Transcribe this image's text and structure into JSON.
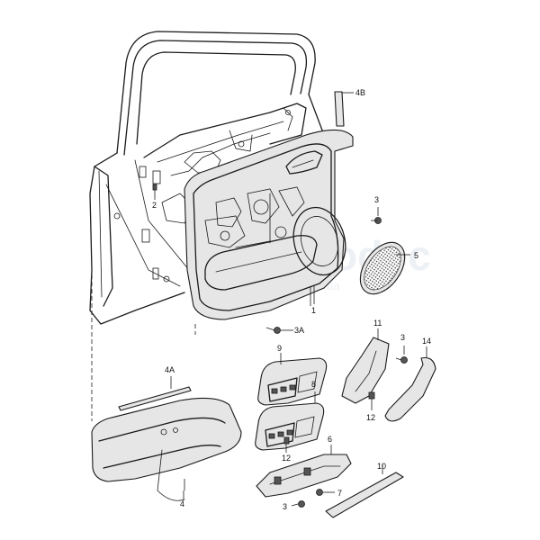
{
  "watermark": {
    "text": "autodoc",
    "sub": "com.ua"
  },
  "labels": {
    "p1": "1",
    "p2": "2",
    "p3a": "3",
    "p3b": "3",
    "p3c": "3",
    "p3A": "3A",
    "p4": "4",
    "p4A": "4A",
    "p4B": "4B",
    "p5": "5",
    "p6": "6",
    "p7": "7",
    "p8": "8",
    "p9": "9",
    "p10": "10",
    "p11": "11",
    "p12a": "12",
    "p12b": "12",
    "p14": "14"
  }
}
